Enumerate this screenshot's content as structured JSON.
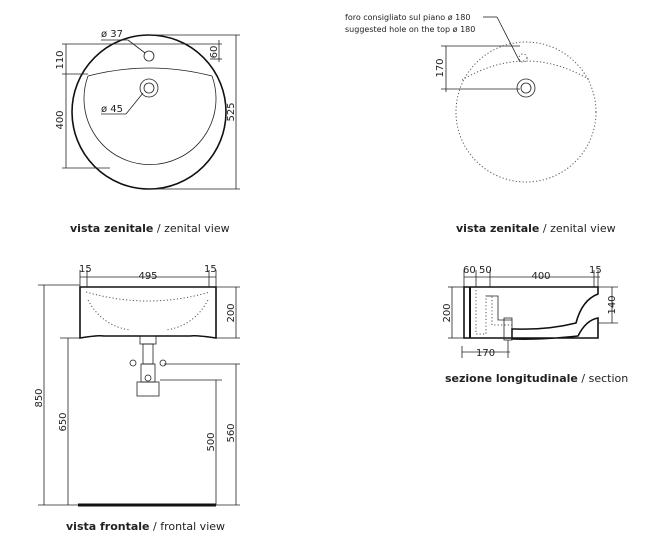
{
  "top_left": {
    "dims": {
      "d37": "ø 37",
      "d45": "ø 45",
      "d60": "60",
      "d110": "110",
      "d400": "400",
      "d525": "525"
    },
    "caption_bold": "vista zenitale",
    "caption_sep": " / ",
    "caption": "zenital view"
  },
  "top_right": {
    "note_it": "foro consigliato sul piano ø 180",
    "note_en": "suggested hole on the top ø 180",
    "dims": {
      "d170": "170"
    },
    "caption_bold": "vista zenitale",
    "caption_sep": " / ",
    "caption": "zenital view"
  },
  "bottom_left": {
    "dims": {
      "d15a": "15",
      "d495": "495",
      "d15b": "15",
      "d200": "200",
      "d850": "850",
      "d650": "650",
      "d500": "500",
      "d560": "560"
    },
    "caption_bold": "vista frontale",
    "caption_sep": " / ",
    "caption": "frontal view"
  },
  "bottom_right": {
    "dims": {
      "d60": "60",
      "d50": "50",
      "d400": "400",
      "d15": "15",
      "d200": "200",
      "d140": "140",
      "d170": "170"
    },
    "caption_bold": "sezione longitudinale",
    "caption_sep": " / ",
    "caption": "section"
  }
}
